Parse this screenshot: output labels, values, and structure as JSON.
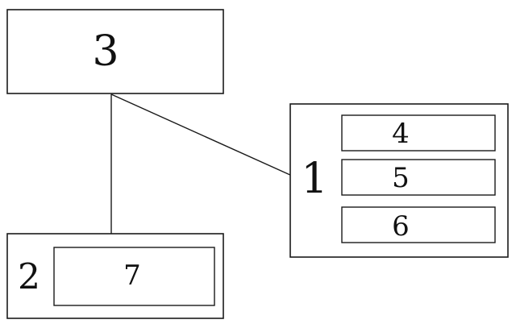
{
  "nodes": {
    "node_3": {
      "label": "3"
    },
    "node_1": {
      "label": "1",
      "items": [
        "4",
        "5",
        "6"
      ]
    },
    "node_2": {
      "label": "2",
      "items": [
        "7"
      ]
    }
  },
  "edges": [
    {
      "from": "3",
      "to": "2"
    },
    {
      "from": "3",
      "to": "1"
    }
  ]
}
